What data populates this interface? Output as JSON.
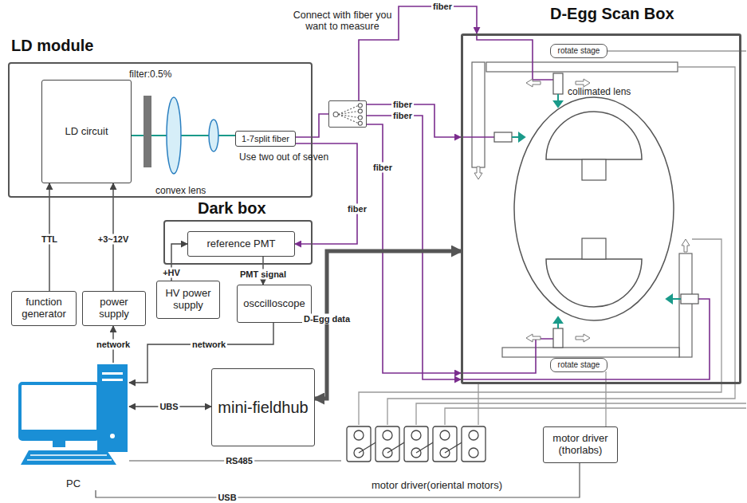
{
  "diagram": {
    "nodes": [
      {
        "text": [
          "LD module"
        ]
      },
      {
        "text": [
          "LD circuit"
        ],
        "in": 0
      },
      {
        "text": [
          "1-7split fiber"
        ],
        "in": 0
      },
      {
        "text": [
          "Connect with fiber you want to measure"
        ]
      },
      {
        "text": [
          "D-Egg Scan Box"
        ]
      },
      {
        "text": [
          "rotate stage"
        ],
        "in": 4
      },
      {
        "text": [
          "rotate stage"
        ],
        "in": 4
      },
      {
        "text": [
          "Dark box"
        ]
      },
      {
        "text": [
          "reference PMT"
        ],
        "in": 7
      },
      {
        "text": [
          "function generator"
        ]
      },
      {
        "text": [
          "power supply"
        ]
      },
      {
        "text": [
          "HV power supply"
        ]
      },
      {
        "text": [
          "osccilloscope"
        ]
      },
      {
        "text": [
          "PC"
        ]
      },
      {
        "text": [
          "mini-fieldhub"
        ]
      },
      {
        "text": [
          "motor driver(oriental motors)"
        ]
      },
      {
        "text": [
          "motor driver (thorlabs)"
        ]
      }
    ],
    "edges": [
      {
        "from": 9,
        "to": 1,
        "arrow": "to",
        "label": "TTL"
      },
      {
        "from": 10,
        "to": 1,
        "arrow": "to",
        "label": "+3~12V"
      },
      {
        "from": 13,
        "to": 10,
        "arrow": "to",
        "label": "network"
      },
      {
        "from": 12,
        "to": 13,
        "arrow": "to",
        "label": "network"
      },
      {
        "from": 11,
        "to": 8,
        "arrow": "to",
        "label": "+HV"
      },
      {
        "from": 8,
        "to": 12,
        "arrow": "to",
        "label": "PMT signal"
      },
      {
        "from": 2,
        "to": 3,
        "arrow": "none"
      },
      {
        "from": 2,
        "to": 8,
        "arrow": "to",
        "label": "fiber"
      },
      {
        "from": 3,
        "to": 4,
        "arrow": "to",
        "label": "fiber"
      },
      {
        "from": 3,
        "to": 4,
        "arrow": "to",
        "label": "fiber"
      },
      {
        "from": 3,
        "to": 4,
        "arrow": "to",
        "label": "fiber"
      },
      {
        "from": 3,
        "to": 4,
        "arrow": "to",
        "label": "fiber"
      },
      {
        "from": 13,
        "to": 14,
        "arrow": "both",
        "label": "UBS"
      },
      {
        "from": 14,
        "to": 4,
        "arrow": "both",
        "label": "D-Egg data"
      },
      {
        "from": 13,
        "to": 15,
        "arrow": "none",
        "label": "RS485"
      },
      {
        "from": 13,
        "to": 16,
        "arrow": "none",
        "label": "USB"
      },
      {
        "from": 15,
        "to": 4,
        "arrow": "none"
      },
      {
        "from": 16,
        "to": 4,
        "arrow": "none"
      }
    ],
    "labels": [
      "filter:0.5%",
      "convex lens",
      "Use two out of seven",
      "collimated lens"
    ]
  }
}
